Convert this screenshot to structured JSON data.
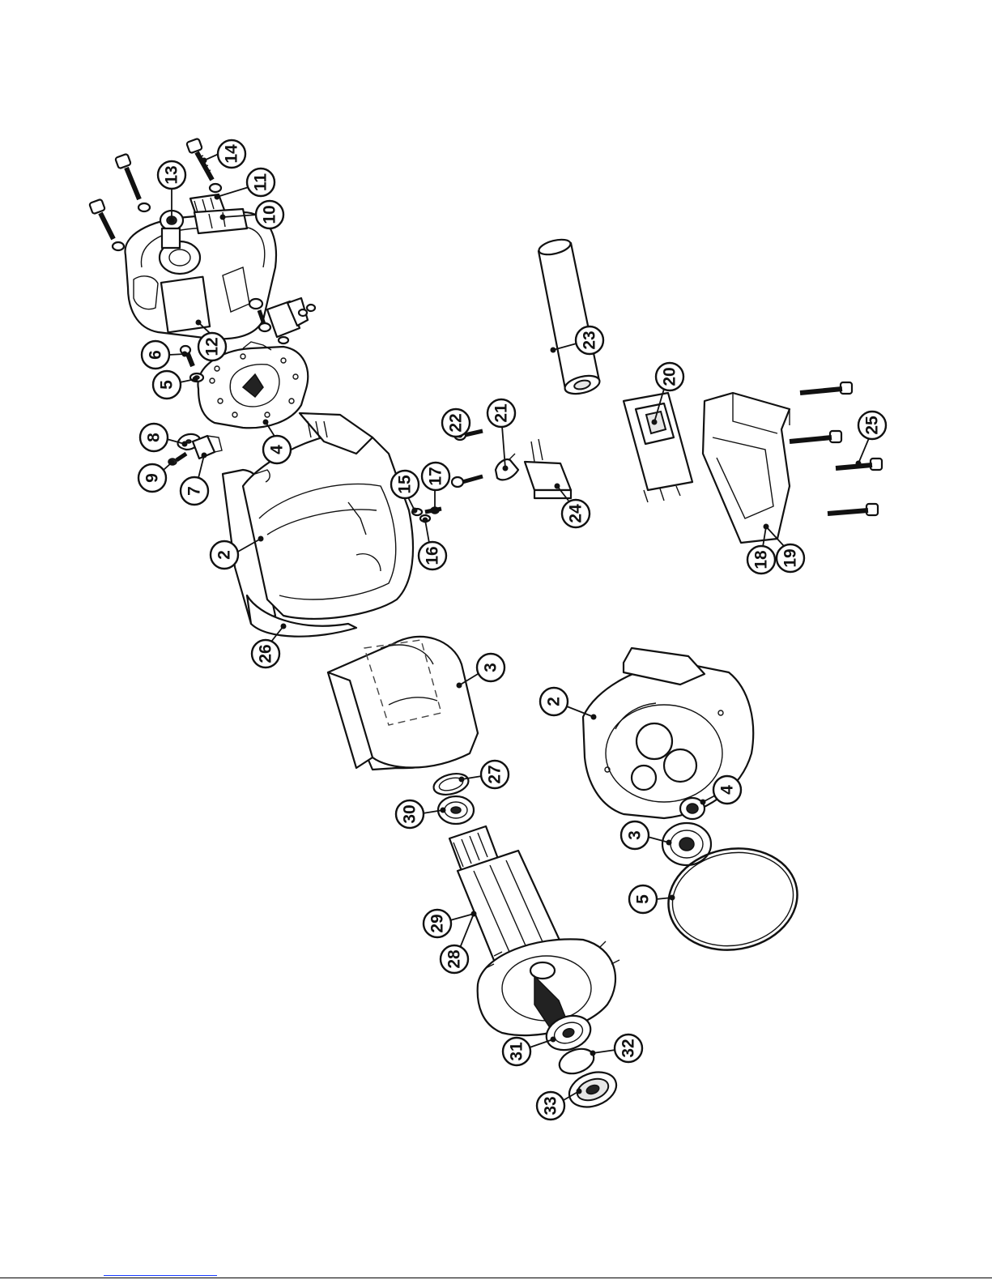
{
  "diagram": {
    "callouts": [
      {
        "id": "c14",
        "label": "14",
        "target": "cap-screw-14"
      },
      {
        "id": "c11",
        "label": "11",
        "target": "brush-holder-11"
      },
      {
        "id": "c13",
        "label": "13",
        "target": "bearing-13"
      },
      {
        "id": "c10",
        "label": "10",
        "target": "brush-holder-10"
      },
      {
        "id": "c12",
        "label": "12",
        "target": "end-housing-12"
      },
      {
        "id": "c6",
        "label": "6",
        "target": "screw-6"
      },
      {
        "id": "c5",
        "label": "5",
        "target": "washer-5"
      },
      {
        "id": "c4",
        "label": "4",
        "target": "plate-4"
      },
      {
        "id": "c8",
        "label": "8",
        "target": "washer-8"
      },
      {
        "id": "c9",
        "label": "9",
        "target": "screw-9"
      },
      {
        "id": "c7",
        "label": "7",
        "target": "brush-7"
      },
      {
        "id": "c2",
        "label": "2",
        "target": "motor-housing-2"
      },
      {
        "id": "c26",
        "label": "26",
        "target": "cover-26"
      },
      {
        "id": "c22",
        "label": "22",
        "target": "screw-22"
      },
      {
        "id": "c21",
        "label": "21",
        "target": "clip-21"
      },
      {
        "id": "c15",
        "label": "15",
        "target": "washer-15"
      },
      {
        "id": "c17",
        "label": "17",
        "target": "screw-17"
      },
      {
        "id": "c16",
        "label": "16",
        "target": "washer-16"
      },
      {
        "id": "c24",
        "label": "24",
        "target": "capacitor-24"
      },
      {
        "id": "c23",
        "label": "23",
        "target": "sleeve-23"
      },
      {
        "id": "c20",
        "label": "20",
        "target": "switch-20"
      },
      {
        "id": "c25",
        "label": "25",
        "target": "screw-25"
      },
      {
        "id": "c18",
        "label": "18",
        "target": "switch-box-18"
      },
      {
        "id": "c19",
        "label": "19",
        "target": "switch-box-19"
      },
      {
        "id": "c3",
        "label": "3",
        "target": "field-coil-3"
      },
      {
        "id": "c2b",
        "label": "2",
        "target": "gear-housing-2"
      },
      {
        "id": "c27",
        "label": "27",
        "target": "ring-27"
      },
      {
        "id": "c30",
        "label": "30",
        "target": "bearing-30"
      },
      {
        "id": "c4b",
        "label": "4",
        "target": "needle-bearing-4"
      },
      {
        "id": "c3b",
        "label": "3",
        "target": "bearing-3"
      },
      {
        "id": "c5b",
        "label": "5",
        "target": "o-ring-5"
      },
      {
        "id": "c29",
        "label": "29",
        "target": "armature-29"
      },
      {
        "id": "c28",
        "label": "28",
        "target": "armature-28"
      },
      {
        "id": "c31",
        "label": "31",
        "target": "bearing-31"
      },
      {
        "id": "c32",
        "label": "32",
        "target": "washer-32"
      },
      {
        "id": "c33",
        "label": "33",
        "target": "bearing-33"
      }
    ]
  }
}
